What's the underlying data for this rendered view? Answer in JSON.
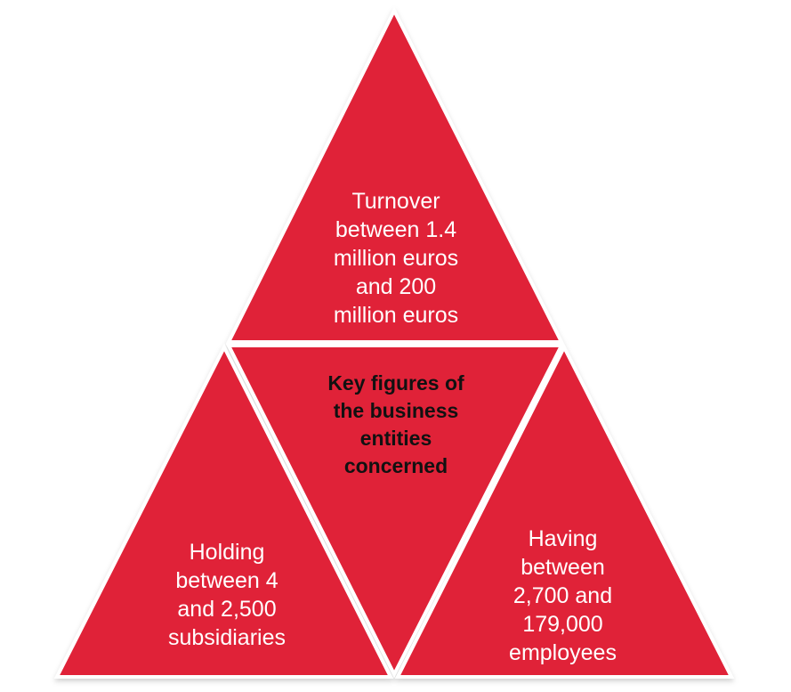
{
  "diagram": {
    "fill_color": "#e02038",
    "border_color": "#ffffff",
    "top_text": "Turnover\nbetween 1.4\nmillion euros\nand 200\nmillion euros",
    "center_text": "Key figures of\nthe business\nentities\nconcerned",
    "left_text": "Holding\nbetween 4\nand 2,500\nsubsidiaries",
    "right_text": "Having\nbetween\n2,700 and\n179,000\nemployees"
  }
}
